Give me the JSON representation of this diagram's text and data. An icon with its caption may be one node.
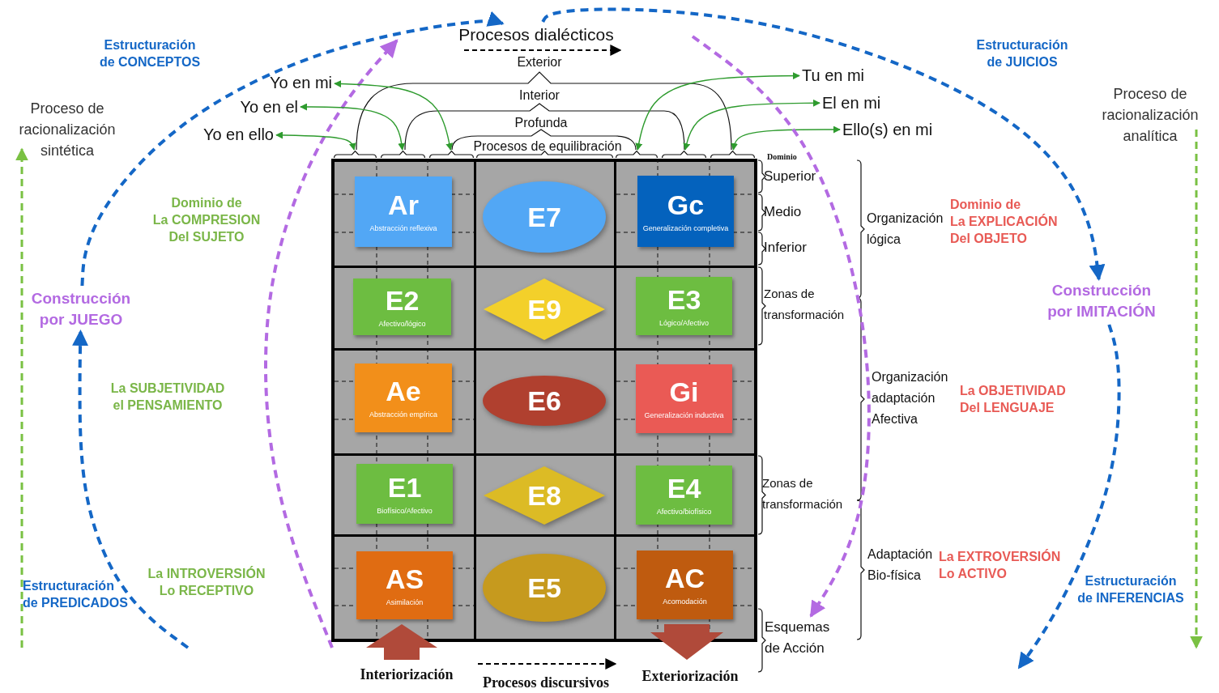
{
  "diagram": {
    "nodes": [
      {
        "text": [
          "Procesos dialécticos"
        ]
      },
      {
        "text": [
          "Yo en mi"
        ]
      },
      {
        "text": [
          "Yo en el"
        ]
      },
      {
        "text": [
          "Yo en ello"
        ]
      },
      {
        "text": [
          "Tu en mi"
        ]
      },
      {
        "text": [
          "El en mi"
        ]
      },
      {
        "text": [
          "Ello(s) en mi"
        ]
      },
      {
        "text": [],
        "shape": "brace"
      },
      {
        "text": [],
        "shape": "brace"
      },
      {
        "text": [],
        "shape": "brace"
      },
      {
        "text": [],
        "shape": "brace"
      },
      {
        "text": [],
        "shape": "brace"
      },
      {
        "text": [],
        "shape": "brace"
      },
      {
        "text": [],
        "shape": "brace"
      },
      {
        "text": [
          "Ar",
          "Abstracción reflexiva"
        ]
      },
      {
        "text": [
          "E7"
        ]
      },
      {
        "text": [
          "Gc",
          "Generalización completiva"
        ]
      },
      {
        "text": [
          "E2",
          "Afectivo/lógico"
        ]
      },
      {
        "text": [
          "E9"
        ]
      },
      {
        "text": [
          "E3",
          "Lógico/Afectivo"
        ]
      },
      {
        "text": [
          "Ae",
          "Abstracción empírica"
        ]
      },
      {
        "text": [
          "E6"
        ]
      },
      {
        "text": [
          "Gi",
          "Generalización inductiva"
        ]
      },
      {
        "text": [
          "E1",
          "Biofísico/Afectivo"
        ]
      },
      {
        "text": [
          "E8"
        ]
      },
      {
        "text": [
          "E4",
          "Afectivo/biofísico"
        ]
      },
      {
        "text": [
          "AS",
          "Asimilación"
        ]
      },
      {
        "text": [
          "E5"
        ]
      },
      {
        "text": [
          "AC",
          "Acomodación"
        ]
      },
      {
        "text": [
          "Construcción por JUEGO"
        ]
      },
      {
        "text": [
          "Construcción por IMITACIÓN"
        ]
      },
      {
        "text": [
          "Esquemas de Acción"
        ]
      }
    ],
    "edges": [
      {
        "from": 1,
        "to": 9,
        "arrow": "both"
      },
      {
        "from": 2,
        "to": 8,
        "arrow": "both"
      },
      {
        "from": 3,
        "to": 7,
        "arrow": "both"
      },
      {
        "from": 4,
        "to": 11,
        "arrow": "both"
      },
      {
        "from": 5,
        "to": 12,
        "arrow": "both"
      },
      {
        "from": 6,
        "to": 13,
        "arrow": "both"
      },
      {
        "from": 29,
        "to": 0,
        "arrow": "to",
        "style": "dashed",
        "color": "#1467c6"
      },
      {
        "from": 0,
        "to": 30,
        "arrow": "to",
        "style": "dashed",
        "color": "#1467c6"
      },
      {
        "from": 30,
        "to": null,
        "arrow": "to",
        "style": "dashed",
        "color": "#1467c6"
      },
      {
        "from": null,
        "to": 29,
        "arrow": "to",
        "style": "dashed",
        "color": "#1467c6"
      },
      {
        "from": null,
        "to": 31,
        "arrow": "to",
        "style": "dashed",
        "color": "#b36ae2"
      }
    ],
    "labels": [
      "Estructuración de CONCEPTOS",
      "Estructuración de JUICIOS",
      "Exterior",
      "Interior",
      "Proceso de racionalización sintética",
      "Proceso de racionalización analítica",
      "Profunda",
      "Procesos de equilibración",
      "Dominio",
      "Superior",
      "Dominio de La COMPRESION Del SUJETO",
      "Medio",
      "Organización lógica",
      "Dominio de La EXPLICACIÓN Del OBJETO",
      "Inferior",
      "Zonas de transformación",
      "La SUBJETIVIDAD el PENSAMIENTO",
      "Organización adaptación Afectiva",
      "La OBJETIVIDAD Del LENGUAJE",
      "Zonas de transformación",
      "Adaptación Bio-física",
      "La EXTROVERSIÓN Lo ACTIVO",
      "La INTROVERSIÓN Lo RECEPTIVO",
      "Estructuración de PREDICADOS",
      "Estructuración de INFERENCIAS",
      "Interiorización",
      "Procesos discursivos",
      "Exteriorización"
    ]
  }
}
